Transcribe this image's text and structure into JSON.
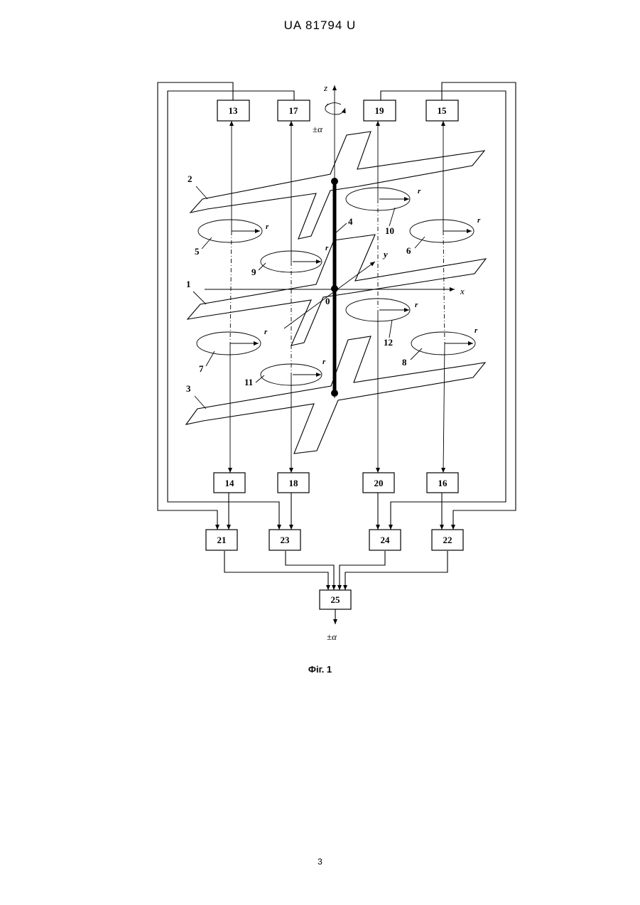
{
  "header": {
    "doc_number": "UA   81794   U"
  },
  "figure": {
    "caption": "Фіг. 1",
    "axes": {
      "x": "x",
      "y": "y",
      "z": "z",
      "origin": "0"
    },
    "rotation_label_top": "±α",
    "output_label": "±α",
    "r_label": "r",
    "blocks": {
      "b13": "13",
      "b17": "17",
      "b19": "19",
      "b15": "15",
      "b14": "14",
      "b18": "18",
      "b20": "20",
      "b16": "16",
      "b21": "21",
      "b23": "23",
      "b24": "24",
      "b22": "22",
      "b25": "25"
    },
    "parts": {
      "p1": "1",
      "p2": "2",
      "p3": "3",
      "p4": "4",
      "p5": "5",
      "p6": "6",
      "p7": "7",
      "p8": "8",
      "p9": "9",
      "p10": "10",
      "p11": "11",
      "p12": "12"
    }
  },
  "page_number": "3"
}
